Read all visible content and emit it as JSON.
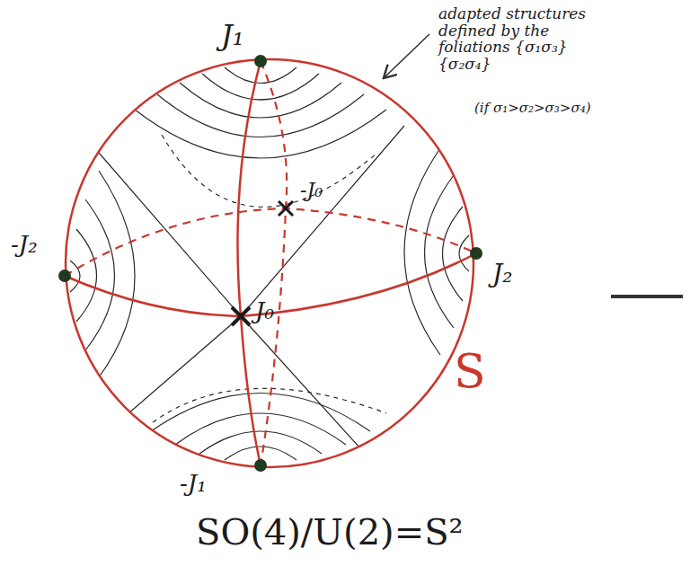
{
  "diagram": {
    "labels": [
      "J₁",
      "-J₀",
      "-J₂",
      "J₂",
      "J₀",
      "S",
      "-J₁",
      "SO(4)/U(2)=S²",
      "adapted structures defined by the foliations {σ₁σ₃} {σ₂σ₄}",
      "(if σ₁>σ₂>σ₃>σ₄)"
    ]
  }
}
